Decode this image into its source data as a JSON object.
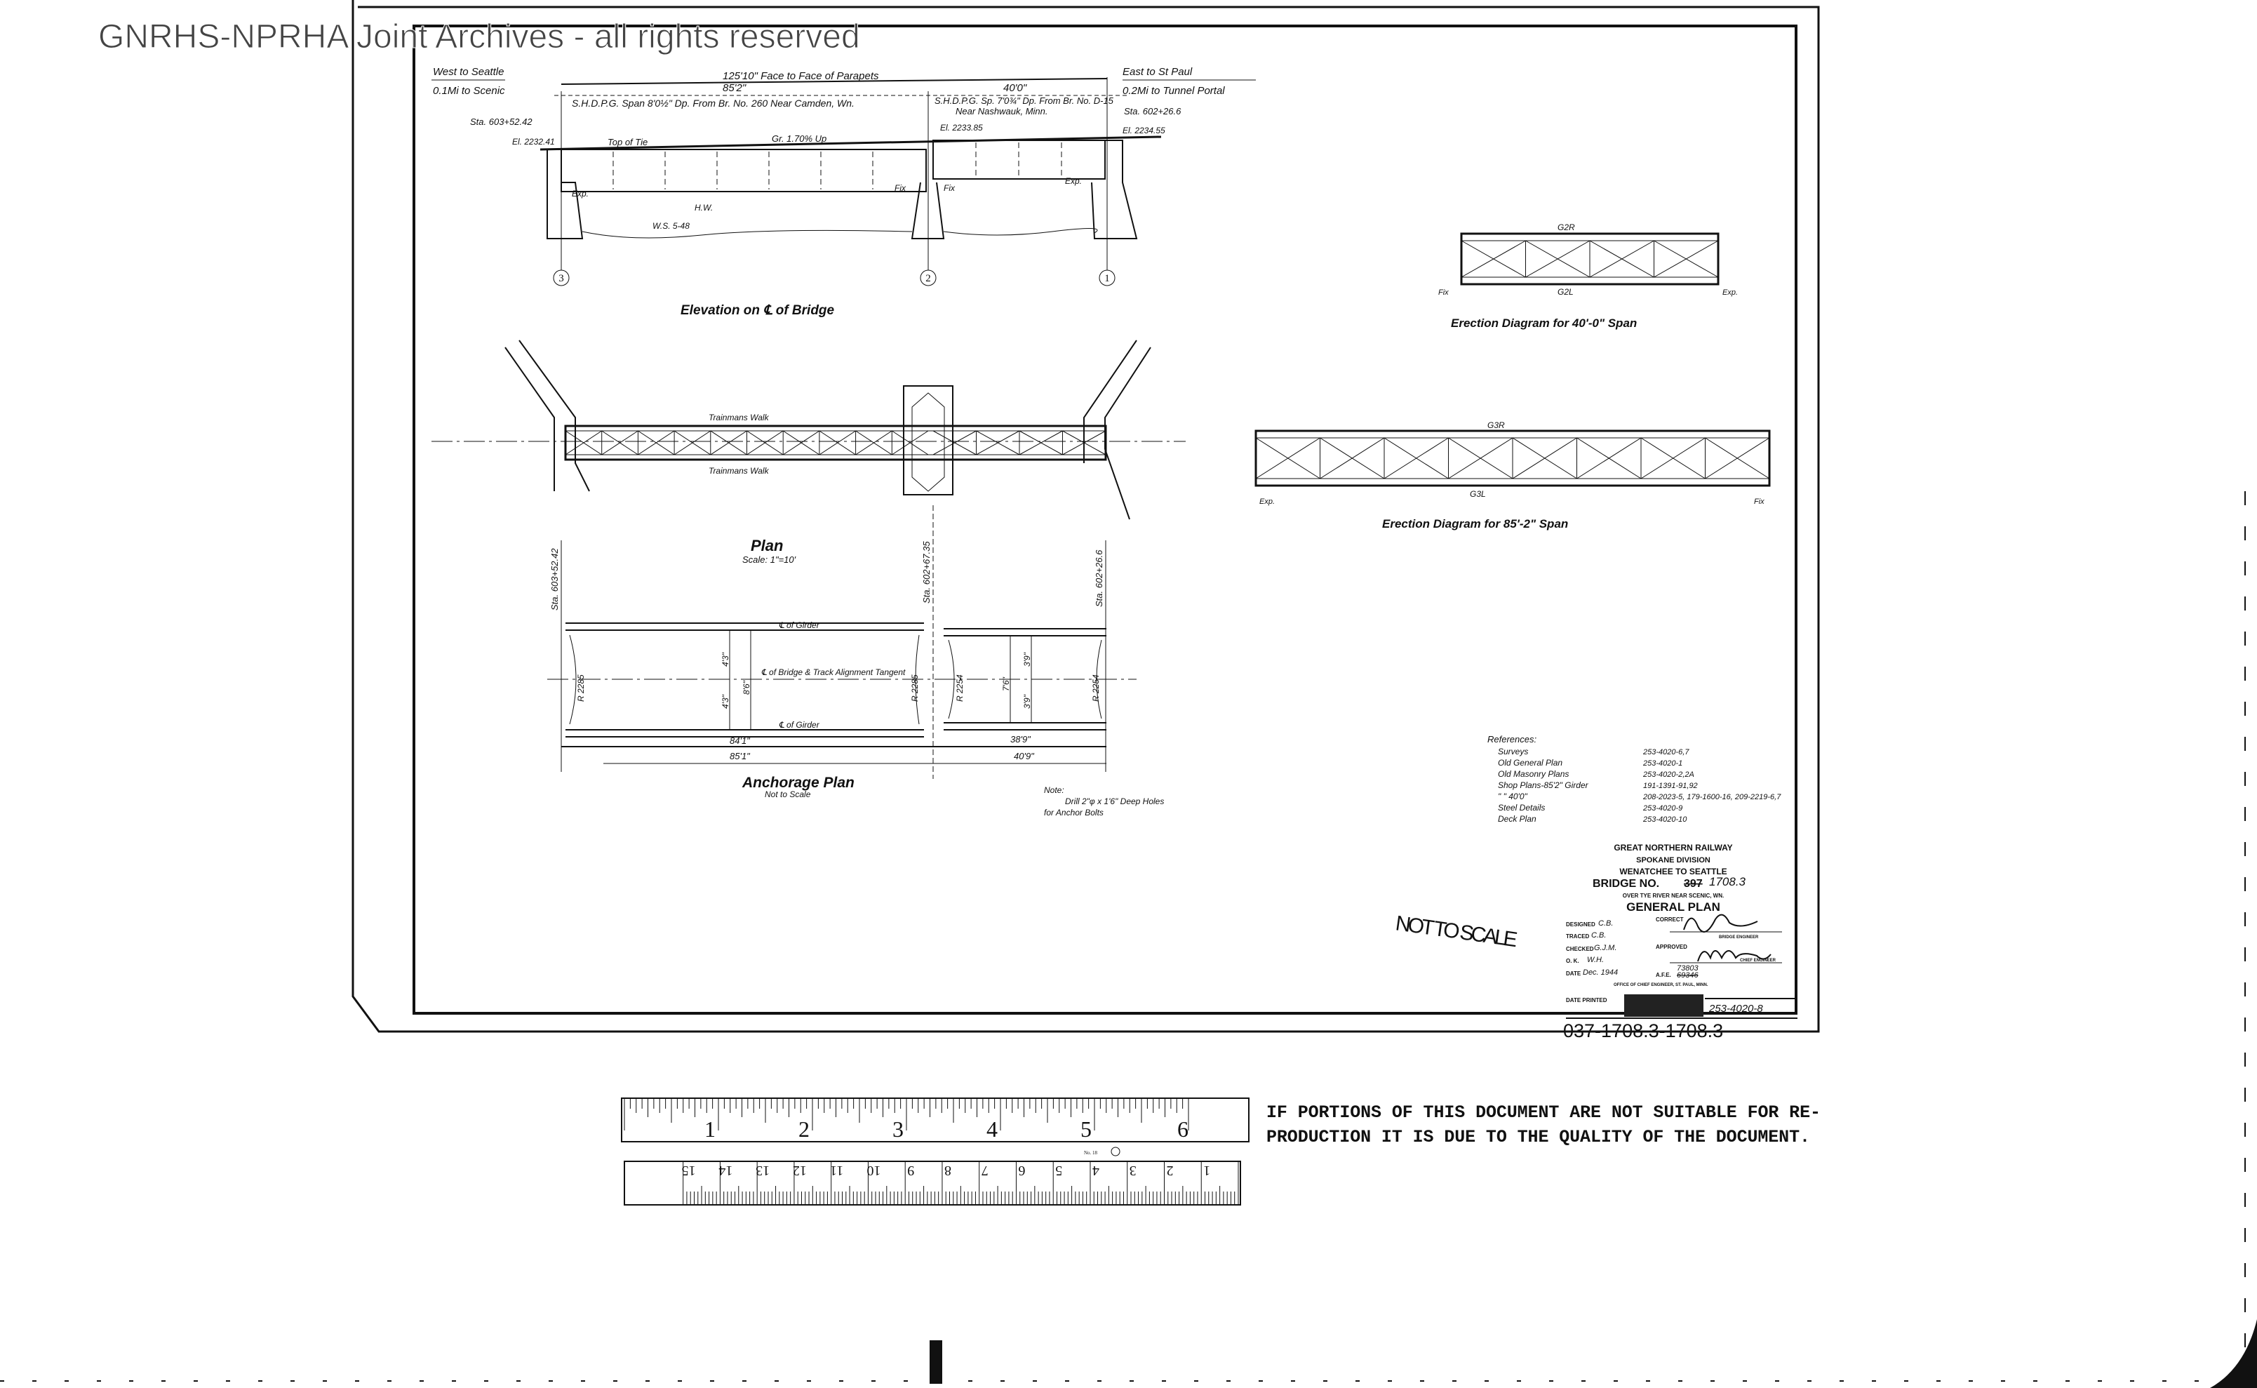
{
  "watermark": "GNRHS-NPRHA Joint Archives - all rights reserved",
  "elevation": {
    "west": "West to Seattle",
    "west_dist": "0.1Mi to Scenic",
    "east": "East to St Paul",
    "east_dist": "0.2Mi to Tunnel Portal",
    "overall": "125'10\"  Face to Face of Parapets",
    "span1": "85'2\"",
    "span2": "40'0\"",
    "span1_desc": "S.H.D.P.G. Span 8'0½\" Dp. From Br. No. 260 Near Camden, Wn.",
    "span2_desc": "S.H.D.P.G. Sp. 7'0¾\" Dp. From Br. No. D-15",
    "span2_desc2": "Near Nashwauk, Minn.",
    "sta_w": "Sta. 603+52.42",
    "sta_e": "Sta. 602+26.6",
    "el_w": "El. 2232.41",
    "el_mid": "El. 2233.85",
    "el_e": "El. 2234.55",
    "top_tie": "Top of Tie",
    "grade": "Gr. 1.70% Up",
    "exp_w": "Exp.",
    "fix_1": "Fix",
    "fix_2": "Fix",
    "exp_e": "Exp.",
    "hw": "H.W.",
    "ws": "W.S. 5-48",
    "piers": [
      "3",
      "2",
      "1"
    ],
    "title": "Elevation on ℄ of Bridge"
  },
  "erection40": {
    "top": "G2R",
    "bottom": "G2L",
    "left": "Fix",
    "right": "Exp.",
    "title": "Erection Diagram for 40'-0\" Span"
  },
  "erection85": {
    "top": "G3R",
    "bottom": "G3L",
    "left": "Exp.",
    "right": "Fix",
    "title": "Erection Diagram for 85'-2\" Span"
  },
  "plan": {
    "walk_top": "Trainmans Walk",
    "walk_bottom": "Trainmans Walk",
    "title": "Plan",
    "scale": "Scale: 1\"=10'"
  },
  "anchorage": {
    "sta_1": "Sta. 603+52.42",
    "sta_2": "Sta. 602+67.35",
    "sta_3": "Sta. 602+26.6",
    "cl_girder_top": "℄ of Girder",
    "cl_girder_bottom": "℄ of Girder",
    "cl_bridge": "℄ of Bridge & Track Alignment Tangent",
    "r_1": "R 2285",
    "r_2": "R 2285",
    "r_3": "R 2254",
    "r_4": "R 2254",
    "d_1": "4'3\"",
    "d_2": "4'3\"",
    "d_3": "8'6\"",
    "d_4": "3'9\"",
    "d_5": "3'9\"",
    "d_6": "7'6\"",
    "len_1": "84'1\"",
    "len_2": "38'9\"",
    "total_1": "85'1\"",
    "total_2": "40'9\"",
    "title": "Anchorage Plan",
    "subtitle": "Not to Scale",
    "note_label": "Note:",
    "note_1": "Drill 2\"φ x 1'6\" Deep Holes",
    "note_2": "for Anchor Bolts"
  },
  "references": {
    "heading": "References:",
    "items": [
      {
        "label": "Surveys",
        "value": "253-4020-6,7"
      },
      {
        "label": "Old General Plan",
        "value": "253-4020-1"
      },
      {
        "label": "Old Masonry Plans",
        "value": "253-4020-2,2A"
      },
      {
        "label": "Shop Plans-85'2\" Girder",
        "value": "191-1391-91,92"
      },
      {
        "label": "  \"     \"   40'0\"",
        "value": "208-2023-5, 179-1600-16, 209-2219-6,7"
      },
      {
        "label": "Steel Details",
        "value": "253-4020-9"
      },
      {
        "label": "Deck Plan",
        "value": "253-4020-10"
      }
    ]
  },
  "title_block": {
    "railway": "GREAT NORTHERN RAILWAY",
    "division": "SPOKANE DIVISION",
    "line": "WENATCHEE TO SEATTLE",
    "bridge_label": "BRIDGE   NO.",
    "bridge_old": "397",
    "bridge_no": "1708.3",
    "location": "OVER TYE RIVER NEAR SCENIC, WN.",
    "sheet_title": "GENERAL PLAN",
    "designed_label": "DESIGNED",
    "designed": "C.B.",
    "traced_label": "TRACED",
    "traced": "C.B.",
    "checked_label": "CHECKED",
    "checked": "G.J.M.",
    "ok_label": "O. K.",
    "ok": "W.H.",
    "date_label": "DATE",
    "date": "Dec. 1944",
    "correct_label": "CORRECT",
    "bridge_engineer_label": "BRIDGE ENGINEER",
    "approved_label": "APPROVED",
    "chief_engineer_label": "CHIEF ENGINEER",
    "number_73803": "73803",
    "afe_label": "A.F.E.",
    "afe": "69346",
    "office": "OFFICE OF CHIEF ENGINEER, ST. PAUL, MINN.",
    "date_printed_label": "DATE PRINTED",
    "sheet_no": "253-4020-8"
  },
  "stamp": "NOT TO SCALE",
  "drawing_number": "037-1708.3-1708.3",
  "ruler": {
    "inches": [
      "1",
      "2",
      "3",
      "4",
      "5",
      "6"
    ],
    "cm": [
      "1",
      "2",
      "3",
      "4",
      "5",
      "6",
      "7",
      "8",
      "9",
      "10",
      "11",
      "12",
      "13",
      "14",
      "15"
    ],
    "model": "No. 18"
  },
  "notice": {
    "line_1": "IF PORTIONS OF THIS DOCUMENT ARE NOT SUITABLE FOR RE-",
    "line_2": "PRODUCTION IT IS DUE TO THE QUALITY OF THE DOCUMENT."
  }
}
